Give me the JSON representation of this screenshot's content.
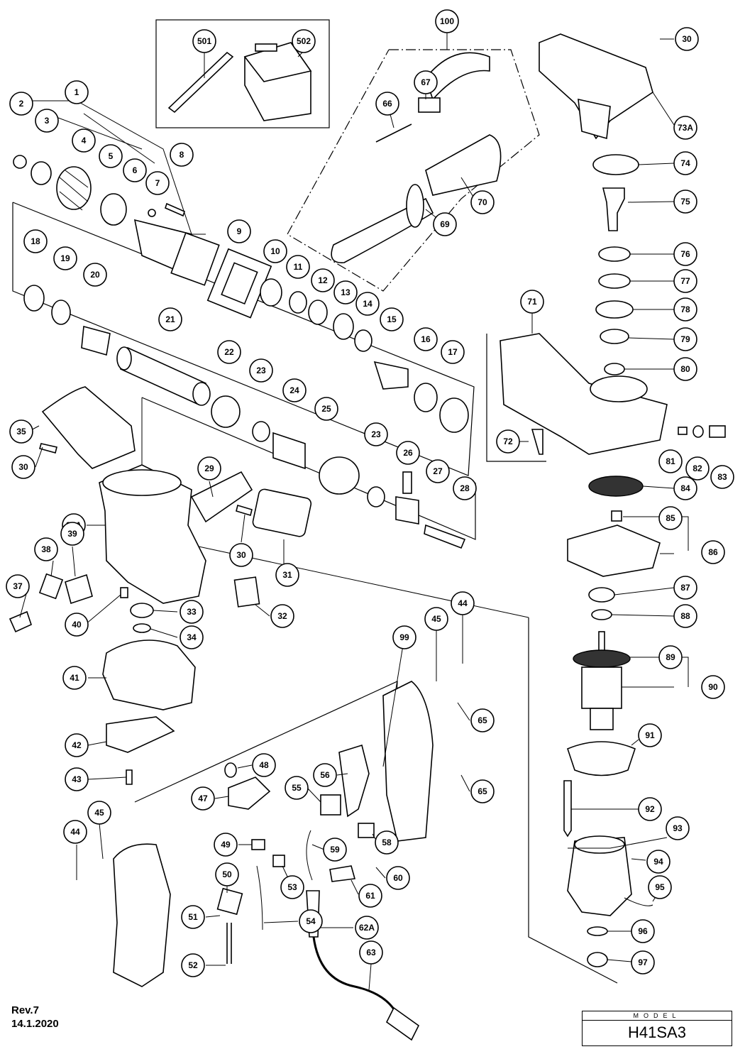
{
  "model_label": "MODEL",
  "model_name": "H41SA3",
  "revision": "Rev.7",
  "revision_date": "14.1.2020",
  "parts": [
    "2",
    "3",
    "1",
    "4",
    "5",
    "6",
    "7",
    "8",
    "9",
    "10",
    "11",
    "12",
    "13",
    "14",
    "15",
    "16",
    "17",
    "18",
    "19",
    "20",
    "21",
    "22",
    "23",
    "24",
    "25",
    "26",
    "27",
    "28",
    "29",
    "30",
    "31",
    "32",
    "33",
    "34",
    "35",
    "36A",
    "37",
    "38",
    "39",
    "40",
    "41",
    "42",
    "43",
    "44",
    "45",
    "47",
    "48",
    "49",
    "50",
    "51",
    "52",
    "53",
    "54",
    "55",
    "56",
    "58",
    "59",
    "60",
    "61",
    "62A",
    "63",
    "65",
    "66",
    "67",
    "69",
    "70",
    "71",
    "72",
    "73A",
    "74",
    "75",
    "76",
    "77",
    "78",
    "79",
    "80",
    "81",
    "82",
    "83",
    "84",
    "85",
    "86",
    "87",
    "88",
    "89",
    "90",
    "91",
    "92",
    "93",
    "94",
    "95",
    "96",
    "97",
    "99",
    "100",
    "501",
    "502"
  ]
}
